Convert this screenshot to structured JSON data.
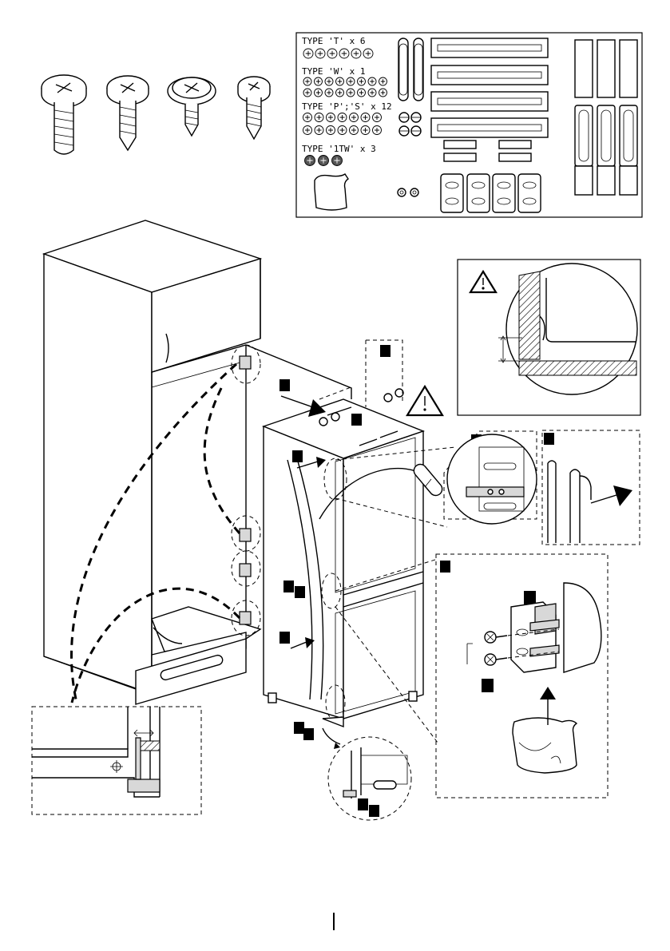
{
  "kit_box": {
    "type_t": "TYPE 'T' x 6",
    "type_w": "TYPE 'W' x 1",
    "type_ps": "TYPE 'P';'S' x 12",
    "type_1tw": "TYPE '1TW' x 3"
  },
  "screw_icons": [
    "screw-type-t-icon",
    "screw-type-w-icon",
    "screw-type-p-icon",
    "screw-type-s-icon"
  ],
  "colors": {
    "ink": "#000000",
    "paper": "#ffffff",
    "shade": "#d8d8d8"
  }
}
